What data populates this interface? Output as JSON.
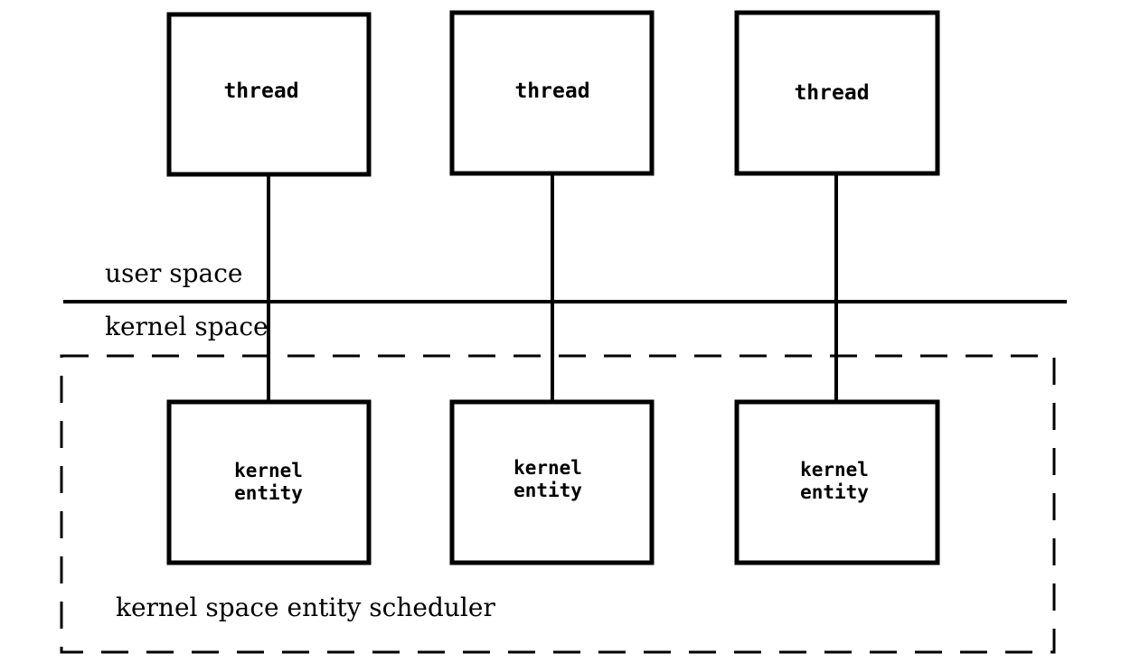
{
  "labels": {
    "user_space": "user space",
    "kernel_space": "kernel space",
    "scheduler": "kernel space entity scheduler"
  },
  "threads": [
    {
      "label": "thread"
    },
    {
      "label": "thread"
    },
    {
      "label": "thread"
    }
  ],
  "kernel_entities": [
    {
      "line1": "kernel",
      "line2": "entity"
    },
    {
      "line1": "kernel",
      "line2": "entity"
    },
    {
      "line1": "kernel",
      "line2": "entity"
    }
  ]
}
